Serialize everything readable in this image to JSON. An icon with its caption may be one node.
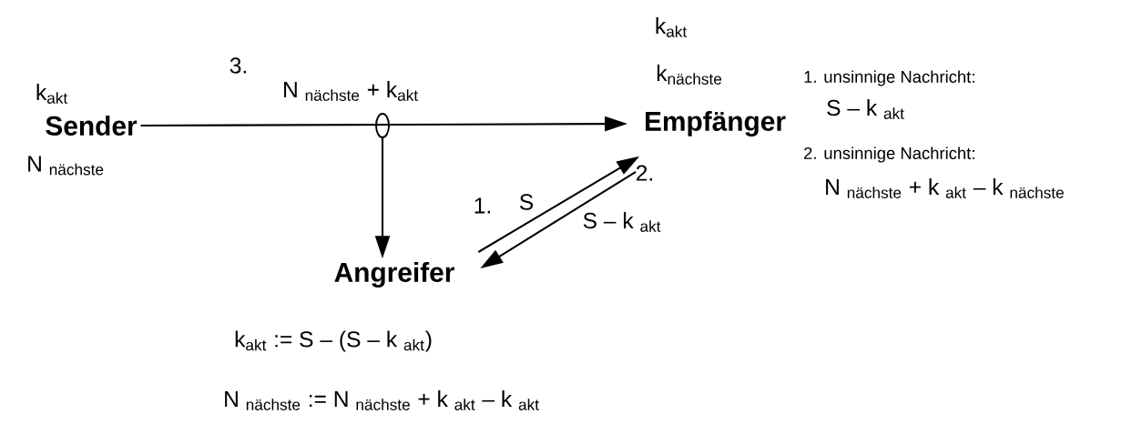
{
  "diagram": {
    "nodes": [
      {
        "text": [
          "Sender"
        ],
        "beside": [
          "k$_{akt}$",
          "N $_{nächste}$"
        ]
      },
      {
        "text": [
          "Empfänger"
        ],
        "beside": [
          "k$_{akt}$",
          "k$_{nächste}$"
        ]
      },
      {
        "text": [
          "Angreifer"
        ]
      },
      {
        "text": [],
        "shape": "ellipse"
      }
    ],
    "edges": [
      {
        "from": 0,
        "to": 1,
        "arrow": "to",
        "label": "N $_{nächste}$ + k$_{akt}$"
      },
      {
        "from": 3,
        "to": 2,
        "arrow": "to"
      },
      {
        "from": 2,
        "to": 1,
        "arrow": "to",
        "label": "S"
      },
      {
        "from": 1,
        "to": 2,
        "arrow": "to",
        "label": "S – k $_{akt}$"
      }
    ],
    "labels": [
      "3.",
      "1.",
      "2.",
      "1. unsinnige Nachricht:",
      "S – k $_{akt}$",
      "2. unsinnige Nachricht:",
      "N $_{nächste}$ + k $_{akt}$ – k $_{nächste}$",
      "k$_{akt}$ := S – (S – k $_{akt}$)",
      "N $_{nächste}$ := N $_{nächste}$ + k $_{akt}$ – k $_{akt}$"
    ]
  }
}
